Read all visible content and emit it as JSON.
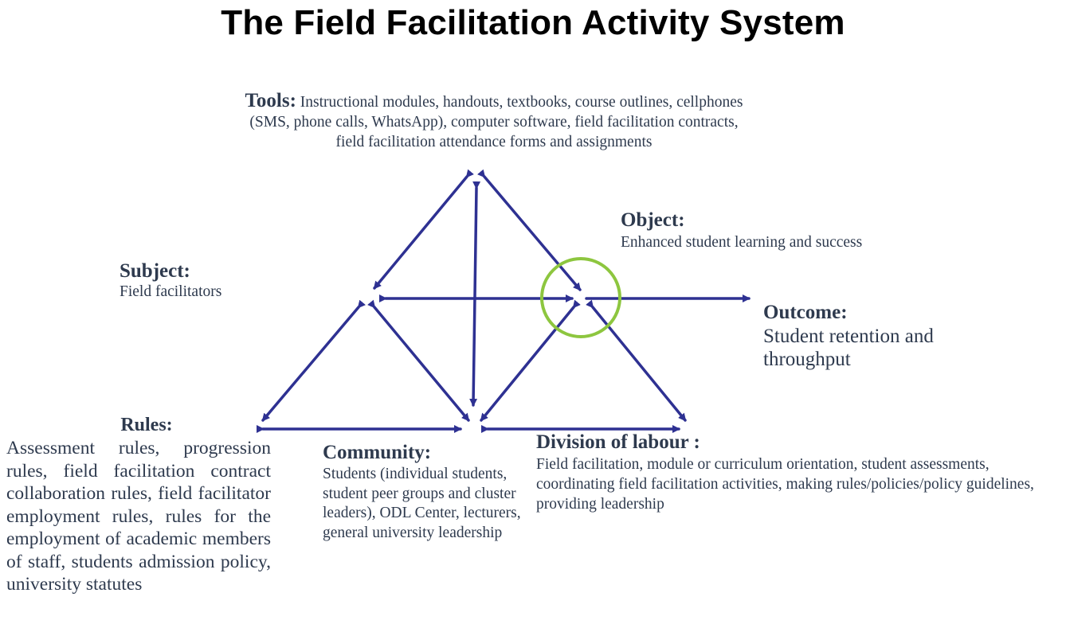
{
  "title": "The Field Facilitation Activity System",
  "nodes": {
    "tools": {
      "label": "Tools:",
      "text": "Instructional modules, handouts, textbooks, course outlines, cellphones (SMS, phone calls, WhatsApp), computer software, field facilitation contracts, field facilitation attendance forms and assignments"
    },
    "subject": {
      "label": "Subject:",
      "text": "Field facilitators"
    },
    "object": {
      "label": "Object:",
      "text": "Enhanced student learning and success"
    },
    "outcome": {
      "label": "Outcome:",
      "text": "Student retention and throughput"
    },
    "rules": {
      "label": "Rules:",
      "text": "Assessment rules, progression rules, field facilitation contract collaboration rules, field facilitator employment rules, rules for the employment of academic members of staff, students admission policy, university statutes"
    },
    "community": {
      "label": "Community:",
      "text": "Students (individual students, student peer groups and cluster leaders), ODL Center, lecturers, general university leadership"
    },
    "division": {
      "label": "Division of labour :",
      "text": "Field facilitation, module or curriculum orientation, student assessments, coordinating field facilitation activities, making rules/policies/policy guidelines, providing leadership"
    }
  },
  "colors": {
    "arrow": "#2e3192",
    "object_circle": "#8dc63f",
    "text": "#2e3a4e"
  }
}
